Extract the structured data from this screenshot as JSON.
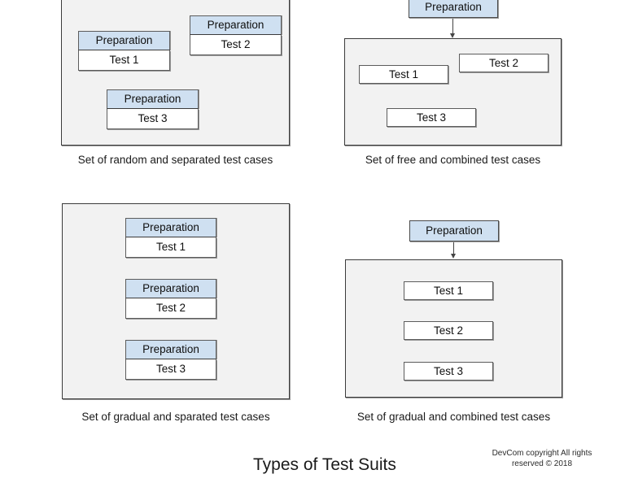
{
  "diagram": {
    "title": "Types of Test Suits",
    "copyright": "DevCom copyright All rights reserved © 2018",
    "labels": {
      "preparation": "Preparation",
      "test1": "Test 1",
      "test2": "Test 2",
      "test3": "Test 3"
    },
    "quadrants": [
      {
        "id": "random-separated",
        "caption": "Set of random and separated test cases",
        "layout": "separated-scattered",
        "has_external_preparation": false,
        "cards": [
          {
            "header": "Preparation",
            "body": "Test 1"
          },
          {
            "header": "Preparation",
            "body": "Test 2"
          },
          {
            "header": "Preparation",
            "body": "Test 3"
          }
        ]
      },
      {
        "id": "free-combined",
        "caption": "Set of free and combined test cases",
        "layout": "combined-scattered",
        "has_external_preparation": true,
        "external_preparation": "Preparation",
        "cards": [
          {
            "body": "Test 1"
          },
          {
            "body": "Test 2"
          },
          {
            "body": "Test 3"
          }
        ]
      },
      {
        "id": "gradual-separated",
        "caption": "Set of gradual and sparated test cases",
        "layout": "separated-stacked",
        "has_external_preparation": false,
        "cards": [
          {
            "header": "Preparation",
            "body": "Test 1"
          },
          {
            "header": "Preparation",
            "body": "Test 2"
          },
          {
            "header": "Preparation",
            "body": "Test 3"
          }
        ]
      },
      {
        "id": "gradual-combined",
        "caption": "Set of gradual and combined test cases",
        "layout": "combined-stacked",
        "has_external_preparation": true,
        "external_preparation": "Preparation",
        "cards": [
          {
            "body": "Test 1"
          },
          {
            "body": "Test 2"
          },
          {
            "body": "Test 3"
          }
        ]
      }
    ],
    "colors": {
      "preparation_fill": "#cfe0f1",
      "test_fill": "#ffffff",
      "panel_fill": "#f2f2f2",
      "border": "#5c5c5c",
      "panel_border": "#3b3b3b",
      "text": "#1a1a1a"
    }
  }
}
